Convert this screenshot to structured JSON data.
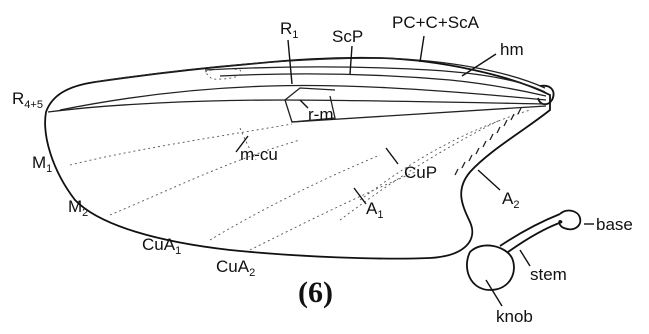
{
  "panel_label": "(6)",
  "wing_labels": {
    "r1": {
      "main": "R",
      "sub": "1"
    },
    "scp": "ScP",
    "pc_c_sca": "PC+C+ScA",
    "hm": "hm",
    "r45": {
      "main": "R",
      "sub": "4+5"
    },
    "rm": "r-m",
    "mcu": "m-cu",
    "m1": {
      "main": "M",
      "sub": "1"
    },
    "m2": {
      "main": "M",
      "sub": "2"
    },
    "cup": "CuP",
    "a2": {
      "main": "A",
      "sub": "2"
    },
    "a1": {
      "main": "A",
      "sub": "1"
    },
    "cua1": {
      "main": "CuA",
      "sub": "1"
    },
    "cua2": {
      "main": "CuA",
      "sub": "2"
    }
  },
  "haltere_labels": {
    "base": "base",
    "stem": "stem",
    "knob": "knob"
  }
}
